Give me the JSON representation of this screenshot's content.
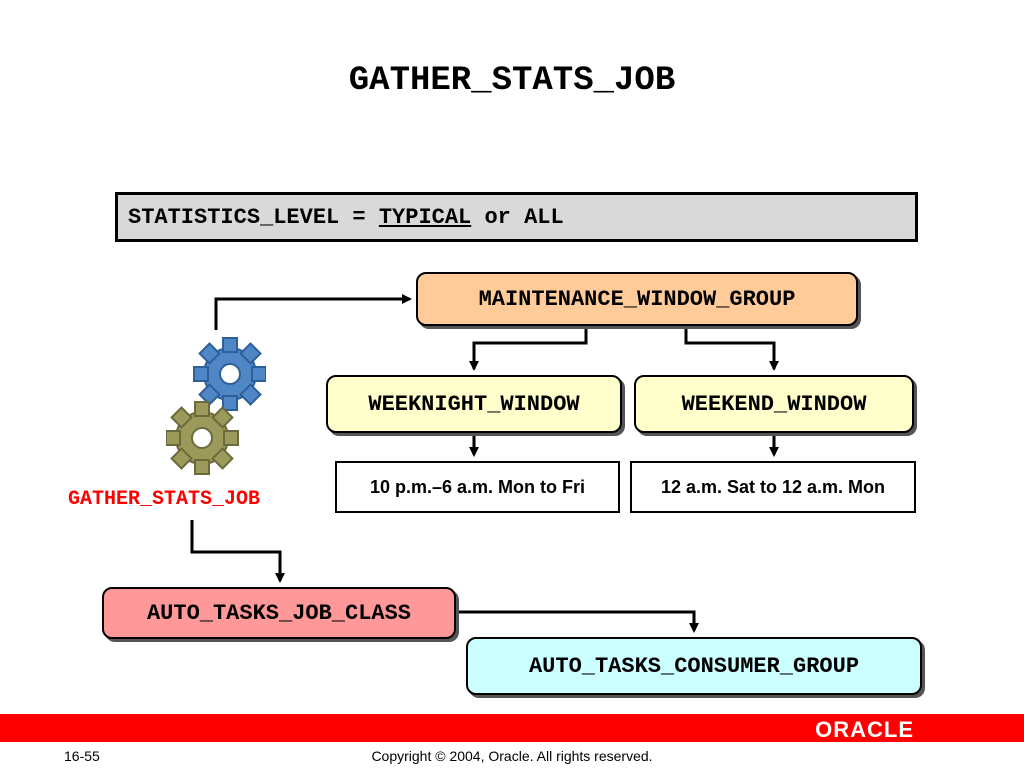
{
  "title": "GATHER_STATS_JOB",
  "statistics_level": {
    "prefix": "STATISTICS_LEVEL = ",
    "typical": "TYPICAL",
    "suffix": " or ALL"
  },
  "nodes": {
    "maintenance_window_group": "MAINTENANCE_WINDOW_GROUP",
    "weeknight_window": "WEEKNIGHT_WINDOW",
    "weekend_window": "WEEKEND_WINDOW",
    "weeknight_schedule": "10 p.m.–6 a.m. Mon to Fri",
    "weekend_schedule": "12 a.m. Sat to 12 a.m. Mon",
    "gather_stats_job": "GATHER_STATS_JOB",
    "auto_tasks_job_class": "AUTO_TASKS_JOB_CLASS",
    "auto_tasks_consumer_group": "AUTO_TASKS_CONSUMER_GROUP"
  },
  "colors": {
    "maintenance_fill": "#ffcc99",
    "window_fill": "#ffffcc",
    "job_class_fill": "#ff9999",
    "consumer_group_fill": "#ccffff",
    "job_label": "#ff0000",
    "footer_bar": "#ff0000"
  },
  "icons": {
    "job_icon": "gears-icon"
  },
  "footer": {
    "page_number": "16-55",
    "copyright": "Copyright © 2004, Oracle.  All rights reserved.",
    "logo": "ORACLE"
  }
}
